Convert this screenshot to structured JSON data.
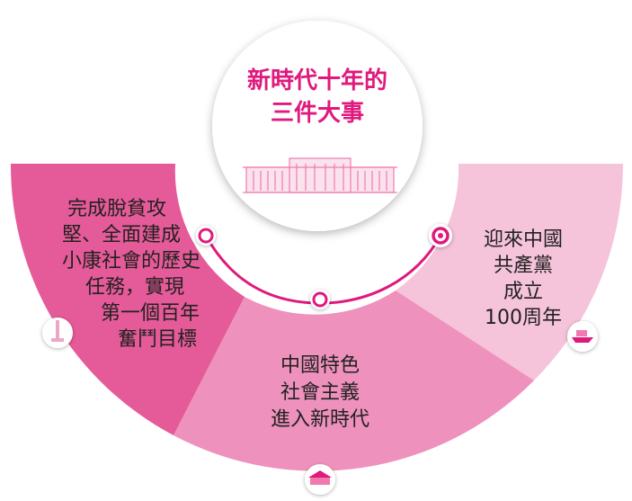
{
  "center": {
    "title_line1": "新時代十年的",
    "title_line2": "三件大事"
  },
  "segments": [
    {
      "lines": [
        "完成脫貧攻",
        "堅、全面建成",
        "小康社會的歷史",
        "任務，實現",
        "第一個百年",
        "奮鬥目標"
      ],
      "color": "#e55a98"
    },
    {
      "lines": [
        "中國特色",
        "社會主義",
        "進入新時代"
      ],
      "color": "#ef91bd"
    },
    {
      "lines": [
        "迎來中國",
        "共產黨",
        "成立",
        "100周年"
      ],
      "color": "#f5c3da"
    }
  ],
  "icons": [
    "monument-icon",
    "great-hall-icon",
    "boat-icon",
    "building-icon"
  ],
  "colors": {
    "accent": "#e0197d",
    "segment_left": "#e55a98",
    "segment_mid": "#ef91bd",
    "segment_right": "#f5c3da"
  }
}
